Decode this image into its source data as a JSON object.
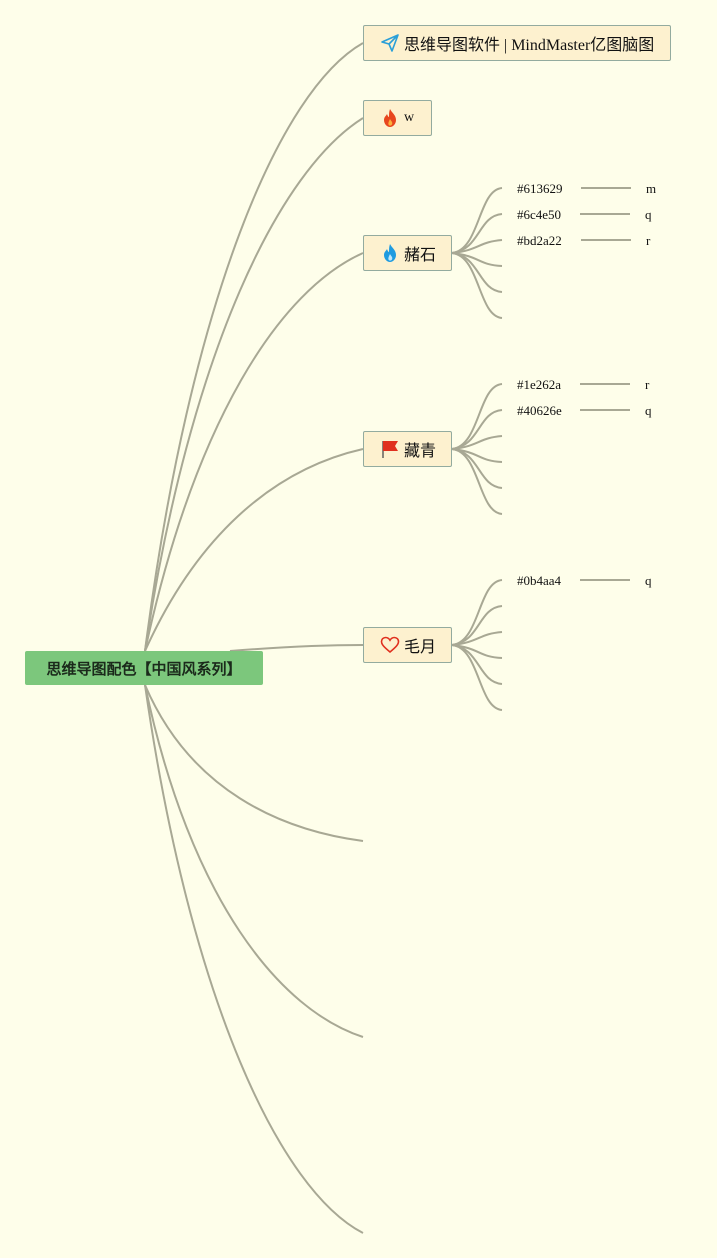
{
  "root": {
    "label": "思维导图配色【中国风系列】"
  },
  "branches": [
    {
      "label": "思维导图软件 | MindMaster亿图脑图",
      "icon": "paper-plane-icon",
      "icon_color": "#2a9fd8"
    },
    {
      "label": "w",
      "icon": "flame-icon",
      "icon_color": "#e8461e"
    },
    {
      "label": "赭石",
      "icon": "blue-flame-icon",
      "icon_color": "#1f9be0",
      "children": [
        {
          "code": "#613629",
          "note": "m"
        },
        {
          "code": "#6c4e50",
          "note": "q"
        },
        {
          "code": "#bd2a22",
          "note": "r"
        }
      ]
    },
    {
      "label": "藏青",
      "icon": "flag-icon",
      "icon_color": "#e0301e",
      "children": [
        {
          "code": "#1e262a",
          "note": "r"
        },
        {
          "code": "#40626e",
          "note": "q"
        }
      ]
    },
    {
      "label": "毛月",
      "icon": "heart-icon",
      "icon_color": "#e0301e",
      "children": [
        {
          "code": "#0b4aa4",
          "note": "q"
        }
      ]
    }
  ],
  "colors": {
    "background": "#fefeea",
    "root_fill": "#7cc77c",
    "node_fill": "#fdf1cf",
    "node_border": "#93ab9f",
    "connector": "#a8a894"
  }
}
